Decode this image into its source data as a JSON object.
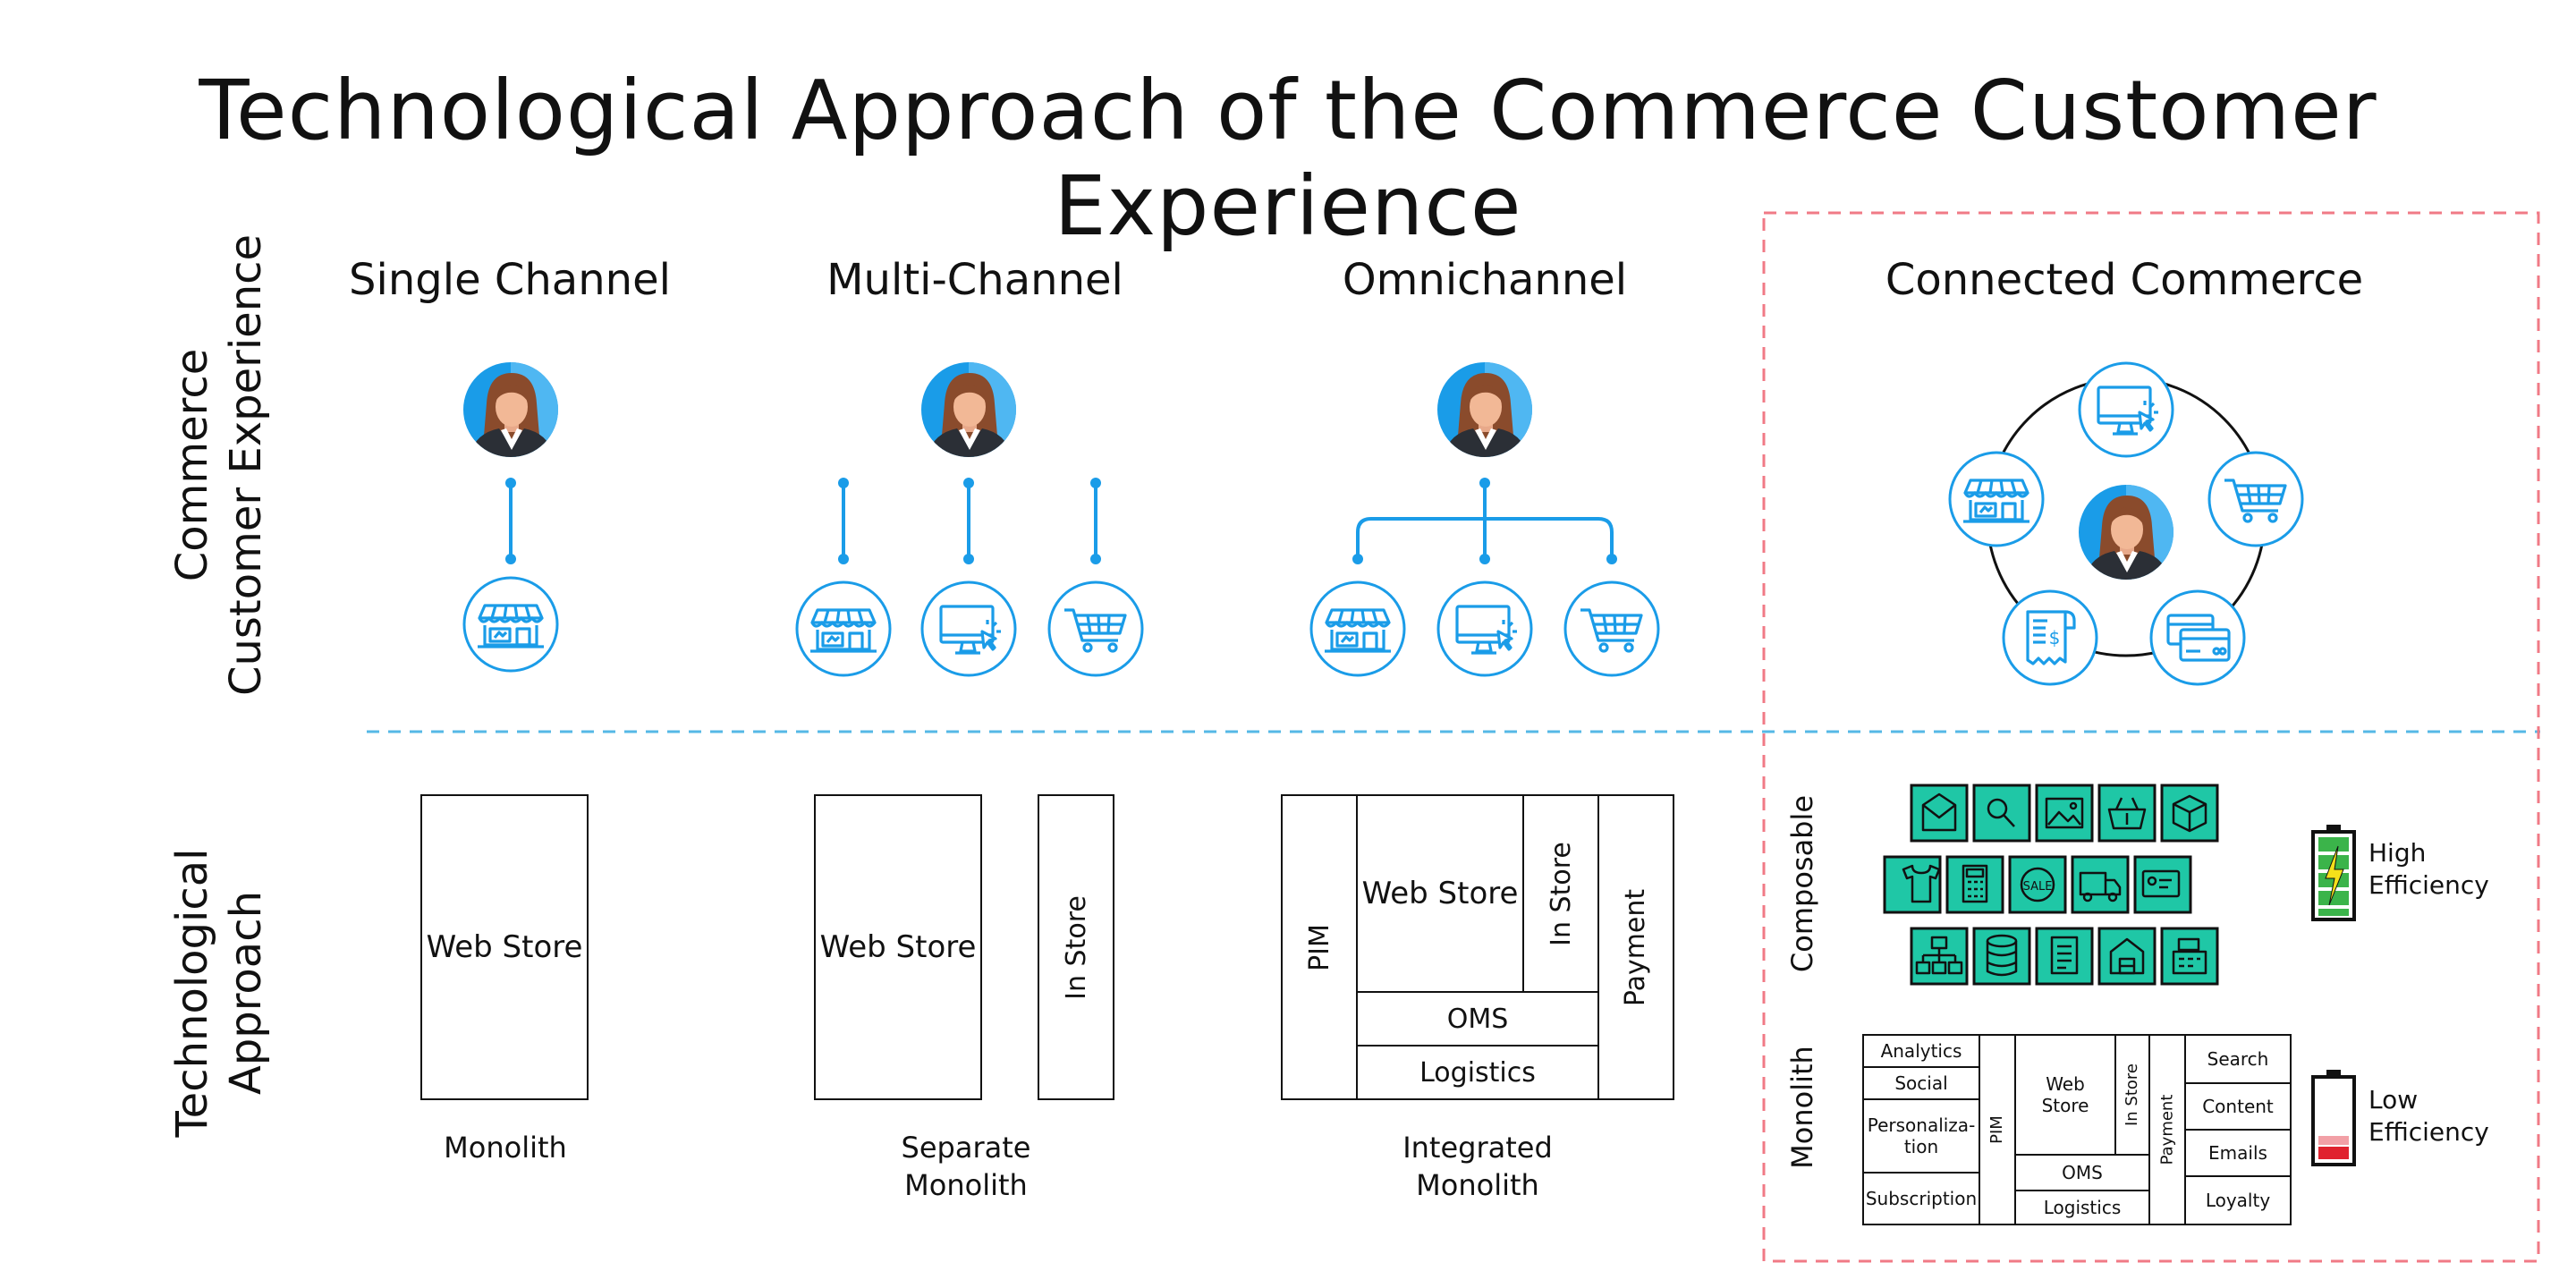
{
  "title": "Technological Approach of the Commerce Customer Experience",
  "rows": {
    "experience": [
      "Commerce",
      "Customer Experience"
    ],
    "approach": [
      "Technological",
      "Approach"
    ]
  },
  "columns": {
    "single": "Single Channel",
    "multi": "Multi-Channel",
    "omni": "Omnichannel",
    "connected": "Connected Commerce"
  },
  "single": {
    "web_store": "Web Store",
    "caption": "Monolith"
  },
  "multi": {
    "web_store": "Web Store",
    "in_store": "In Store",
    "caption": [
      "Separate",
      "Monolith"
    ]
  },
  "omni": {
    "pim": "PIM",
    "web_store": "Web Store",
    "in_store": "In Store",
    "payment": "Payment",
    "oms": "OMS",
    "logistics": "Logistics",
    "caption": [
      "Integrated",
      "Monolith"
    ]
  },
  "connected": {
    "composable_label": "Composable",
    "monolith_label": "Monolith",
    "monolith": {
      "left": [
        "Analytics",
        "Social",
        "Personaliza-tion",
        "Subscription"
      ],
      "pim": "PIM",
      "web_store": "Web Store",
      "in_store": "In Store",
      "oms": "OMS",
      "logistics": "Logistics",
      "payment": "Payment",
      "right": [
        "Search",
        "Content",
        "Emails",
        "Loyalty"
      ]
    },
    "high_efficiency": "High Efficiency",
    "low_efficiency": "Low Efficiency"
  },
  "colors": {
    "accent_blue": "#1a9ce8",
    "teal": "#1fc7a6",
    "divider": "#55b8e6",
    "highlight_border": "#f07a86",
    "battery_green": "#3bb44a",
    "battery_red": "#e0222e"
  },
  "icons": {
    "avatar": "person-avatar-icon",
    "store": "storefront-icon",
    "desktop": "desktop-click-icon",
    "cart": "shopping-cart-icon",
    "receipt": "receipt-icon",
    "card": "credit-card-icon",
    "composable_tiles": [
      "email-icon",
      "search-icon",
      "image-icon",
      "basket-icon",
      "package-icon",
      "tshirt-icon",
      "calculator-icon",
      "sale-badge-icon",
      "truck-icon",
      "id-card-icon",
      "sitemap-icon",
      "database-icon",
      "document-icon",
      "warehouse-icon",
      "cash-register-icon"
    ]
  }
}
